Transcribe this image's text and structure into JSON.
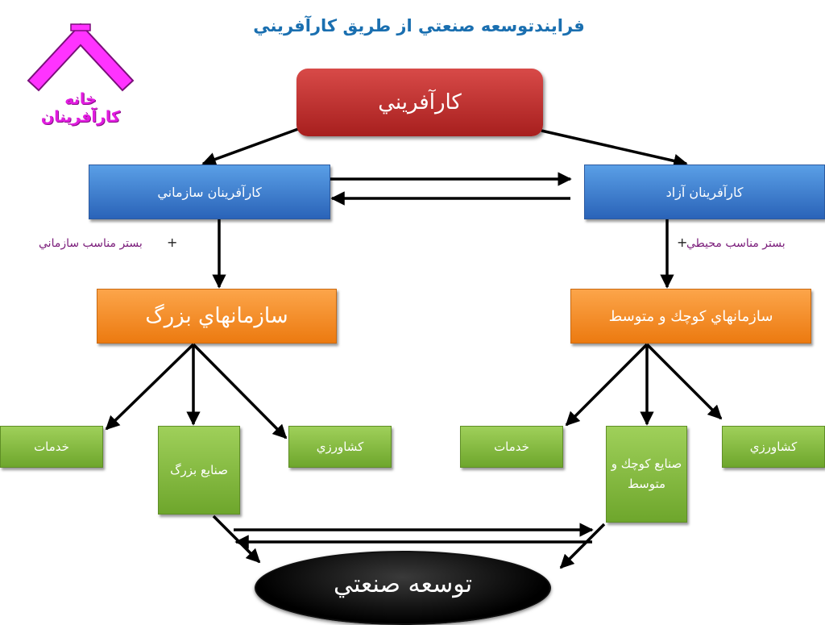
{
  "title": "فرايندتوسعه صنعتي از طريق كارآفريني",
  "logo": {
    "text": "خانه کارآفرینان",
    "color": "#ff33ff"
  },
  "nodes": {
    "root": "كارآفريني",
    "org_entrepreneurs": "كارآفرينان سازماني",
    "free_entrepreneurs": "كارآفرينان آزاد",
    "large_orgs": "سازمانهاي بزرگ",
    "sme_orgs": "سازمانهاي كوچك و متوسط",
    "services_left": "خدمات",
    "large_industries": "صنايع بزرگ",
    "agriculture_left": "كشاورزي",
    "services_right": "خدمات",
    "small_medium_industries": "صنايع كوچك و متوسط",
    "agriculture_right": "كشاورزي",
    "industrial_development": "توسعه صنعتي"
  },
  "notes": {
    "left": "بستر مناسب سازماني",
    "left_plus": "+",
    "right": "بستر مناسب محيطي",
    "right_plus": "+"
  },
  "colors": {
    "title": "#1a6fb0",
    "root": "#c0302e",
    "level2": "#3b7fd4",
    "level3": "#f58a1f",
    "level4": "#86bd3f",
    "bottom": "#000000",
    "note": "#7a1c7a"
  }
}
